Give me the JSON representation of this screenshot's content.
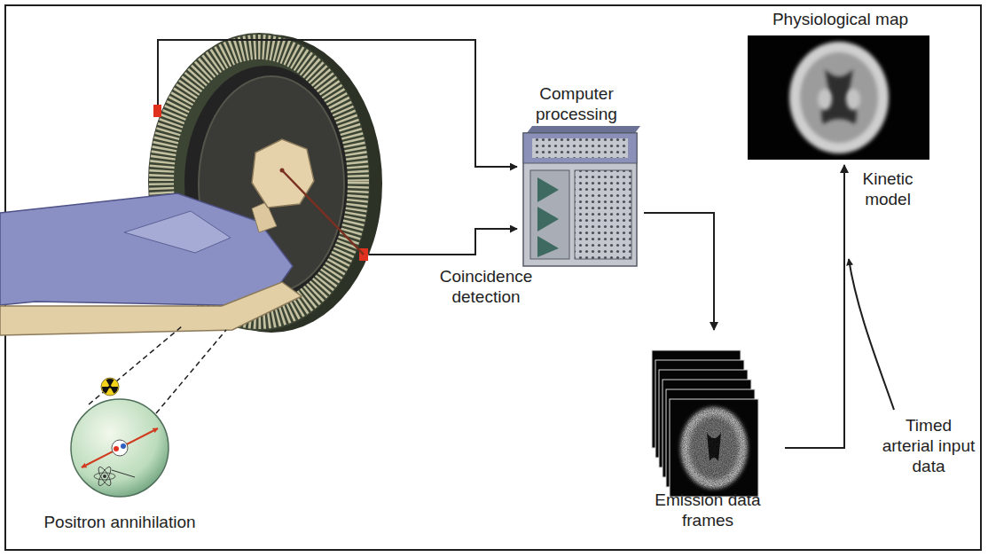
{
  "diagram": {
    "nodes": [
      {
        "text": [
          "Physiological map"
        ]
      },
      {
        "text": [
          "Computer processing"
        ]
      },
      {
        "text": [
          "Emission data frames"
        ]
      },
      {
        "text": [
          "Positron annihilation"
        ]
      }
    ],
    "edges": [
      {
        "from": 1,
        "to": 2,
        "arrow": "to"
      },
      {
        "from": 2,
        "to": 0,
        "label": "Kinetic model",
        "arrow": "to"
      }
    ],
    "labels": [
      "Coincidence detection",
      "Timed arterial input data"
    ]
  }
}
